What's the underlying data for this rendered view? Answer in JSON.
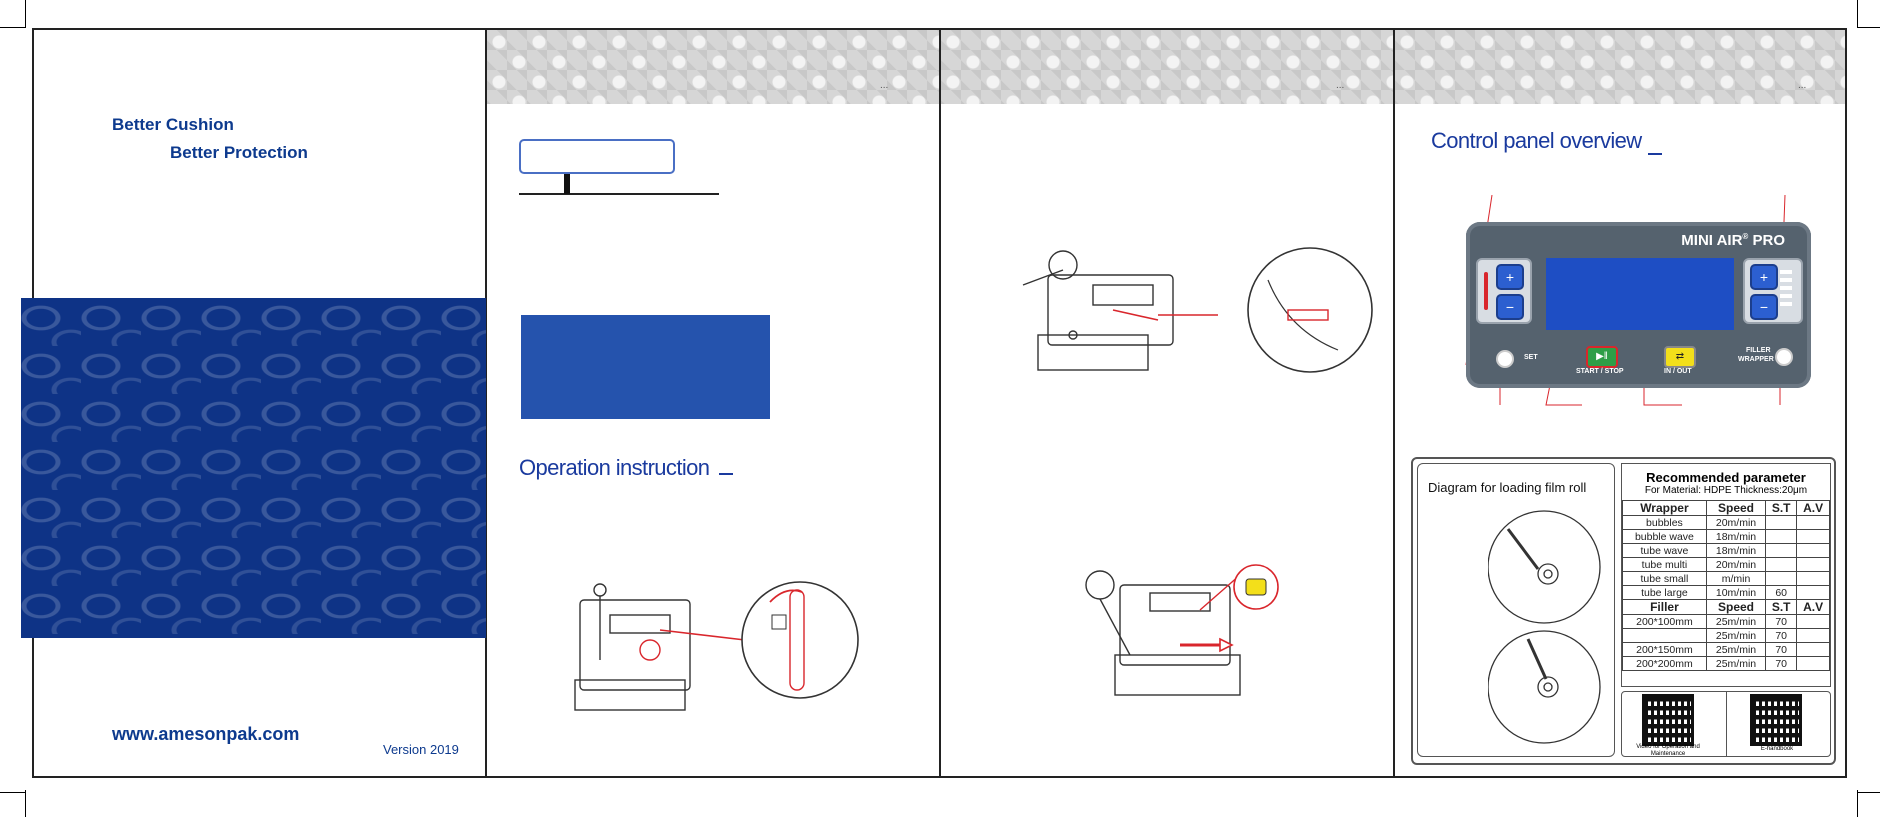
{
  "cover": {
    "slogan_line1": "Better Cushion",
    "slogan_line2": "Better Protection",
    "website": "www.amesonpak.com",
    "version": "Version 2019"
  },
  "panel2": {
    "header_dots": "...",
    "section_title": "Operation instruction"
  },
  "panel3": {
    "header_dots": "..."
  },
  "panel4": {
    "header_dots": "...",
    "section_title": "Control panel overview",
    "device": {
      "brand": "MINI AIR",
      "brand_reg": "®",
      "brand_suffix": "PRO",
      "set_label": "SET",
      "start_stop_label": "START / STOP",
      "in_out_label": "IN / OUT",
      "filler_label": "FILLER",
      "wrapper_label": "WRAPPER"
    },
    "card": {
      "diagram_title": "Diagram for loading film roll",
      "param_title": "Recommended parameter",
      "material_line": "For Material: HDPE  Thickness:20μm",
      "wrapper_header": [
        "Wrapper",
        "Speed",
        "S.T",
        "A.V"
      ],
      "wrapper_rows": [
        [
          "bubbles",
          "20m/min",
          "",
          ""
        ],
        [
          "bubble wave",
          "18m/min",
          "",
          ""
        ],
        [
          "tube wave",
          "18m/min",
          "",
          ""
        ],
        [
          "tube multi",
          "20m/min",
          "",
          ""
        ],
        [
          "tube small",
          "m/min",
          "",
          ""
        ],
        [
          "tube large",
          "10m/min",
          "60",
          ""
        ]
      ],
      "filler_header": [
        "Filler",
        "Speed",
        "S.T",
        "A.V"
      ],
      "filler_rows": [
        [
          "200*100mm",
          "25m/min",
          "70",
          ""
        ],
        [
          "",
          "25m/min",
          "70",
          ""
        ],
        [
          "200*150mm",
          "25m/min",
          "70",
          ""
        ],
        [
          "200*200mm",
          "25m/min",
          "70",
          ""
        ]
      ],
      "qr_video_caption": "Video for Operation and Maintenance",
      "qr_handbook_caption": "E-handbook"
    }
  },
  "colors": {
    "brand_blue": "#0d3a8e",
    "cover_pattern": "#0e3386",
    "screen_blue": "#1e4ec4",
    "panel_grey": "#55626e",
    "start_green": "#2e9e47",
    "inout_yellow": "#f3df1a",
    "accent_red": "#d9262c"
  }
}
